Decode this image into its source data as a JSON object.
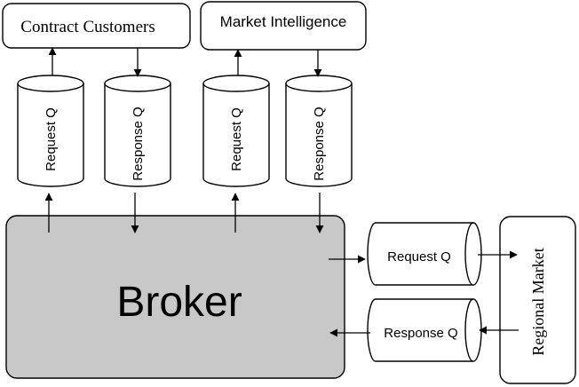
{
  "nodes": {
    "contract_customers": "Contract Customers",
    "market_intelligence": "Market Intelligence",
    "broker": "Broker",
    "regional_market": "Regional Market"
  },
  "queues": {
    "cc_request": "Request Q",
    "cc_response": "Response Q",
    "mi_request": "Request Q",
    "mi_response": "Response Q",
    "rm_request": "Request Q",
    "rm_response": "Response Q"
  },
  "colors": {
    "broker_fill": "#c8c8c8",
    "stroke": "#000000",
    "background": "#ffffff"
  }
}
